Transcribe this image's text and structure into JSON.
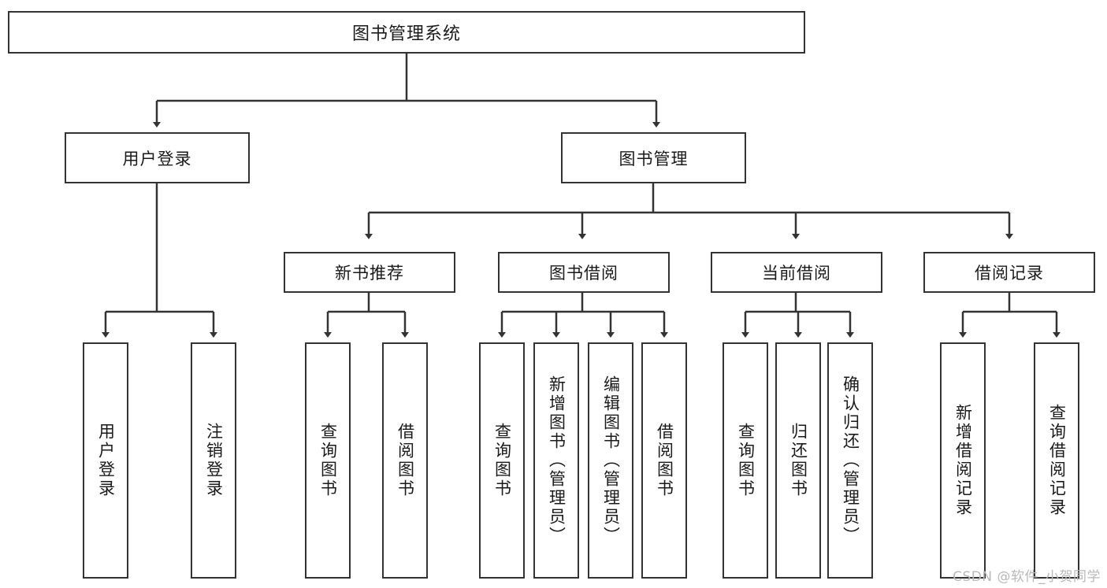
{
  "diagram": {
    "title": "图书管理系统",
    "watermark": "CSDN @软件_小贺同学",
    "colors": {
      "box_border": "#333333",
      "box_fill": "#ffffff",
      "connector": "#333333",
      "text": "#1a1a1a",
      "watermark": "#b9b9b9"
    },
    "root": {
      "label": "图书管理系统"
    },
    "level2": [
      {
        "label": "用户登录"
      },
      {
        "label": "图书管理"
      }
    ],
    "level3": [
      {
        "label": "新书推荐"
      },
      {
        "label": "图书借阅"
      },
      {
        "label": "当前借阅"
      },
      {
        "label": "借阅记录"
      }
    ],
    "leaves": {
      "user_login": [
        {
          "label": "用户登录"
        },
        {
          "label": "注销登录"
        }
      ],
      "new_book_recommend": [
        {
          "label": "查询图书"
        },
        {
          "label": "借阅图书"
        }
      ],
      "book_borrow": [
        {
          "label": "查询图书"
        },
        {
          "label": "新增图书（管理员）"
        },
        {
          "label": "编辑图书（管理员）"
        },
        {
          "label": "借阅图书"
        }
      ],
      "current_borrow": [
        {
          "label": "查询图书"
        },
        {
          "label": "归还图书"
        },
        {
          "label": "确认归还（管理员）"
        }
      ],
      "borrow_records": [
        {
          "label": "新增借阅记录"
        },
        {
          "label": "查询借阅记录"
        }
      ]
    }
  }
}
